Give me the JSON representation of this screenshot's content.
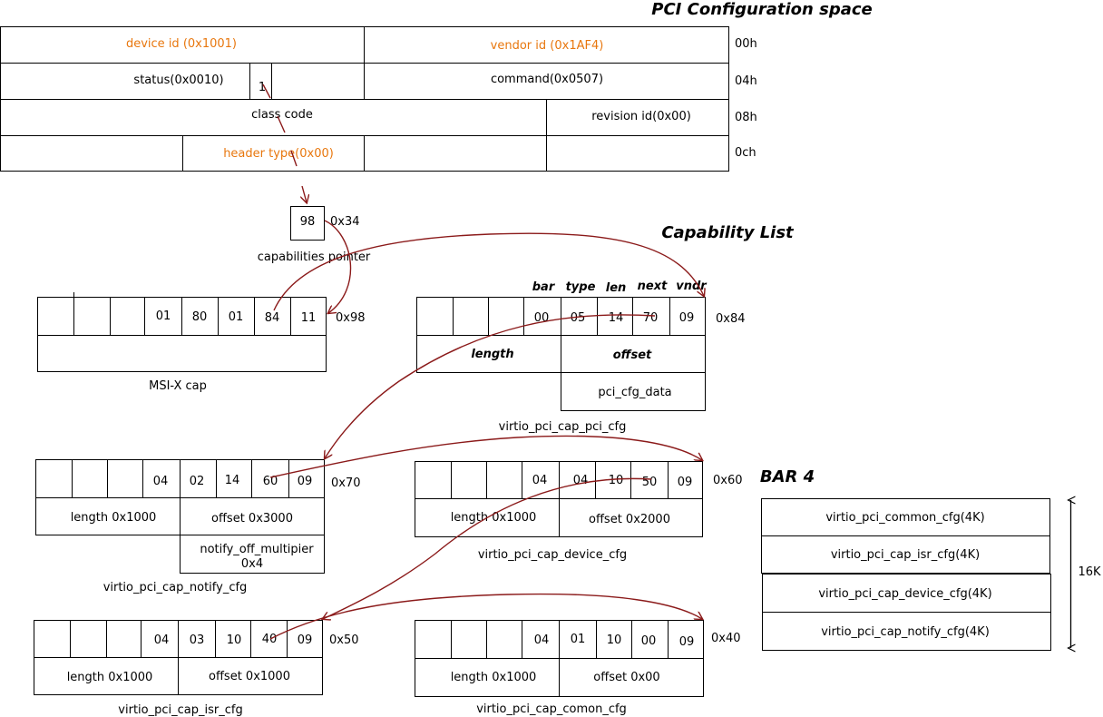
{
  "pci": {
    "title": "PCI Configuration space",
    "device_id": "device id (0x1001)",
    "vendor_id": "vendor id (0x1AF4)",
    "status": "status(0x0010)",
    "bit": "1",
    "command": "command(0x0507)",
    "class_code": "class code",
    "revision": "revision id(0x00)",
    "header_type": "header type(0x00)",
    "offsets": [
      "00h",
      "04h",
      "08h",
      "0ch"
    ]
  },
  "cap_pointer": {
    "value": "98",
    "offset": "0x34",
    "label": "capabilities pointer"
  },
  "cap_list_title": "Capability List",
  "msix": {
    "bytes": [
      "01",
      "80",
      "01",
      "84",
      "11"
    ],
    "offset": "0x98",
    "label": "MSI-X cap"
  },
  "pci_cfg": {
    "headers": [
      "bar",
      "type",
      "len",
      "next",
      "vndr"
    ],
    "bytes": [
      "00",
      "05",
      "14",
      "70",
      "09"
    ],
    "offset": "0x84",
    "length": "length",
    "offset_field": "offset",
    "data": "pci_cfg_data",
    "label": "virtio_pci_cap_pci_cfg"
  },
  "notify_cfg": {
    "bytes": [
      "04",
      "02",
      "14",
      "60",
      "09"
    ],
    "offset": "0x70",
    "length": "length 0x1000",
    "offset_field": "offset 0x3000",
    "multiplier_1": "notify_off_multipier",
    "multiplier_2": "0x4",
    "label": "virtio_pci_cap_notify_cfg"
  },
  "device_cfg": {
    "bytes": [
      "04",
      "04",
      "10",
      "50",
      "09"
    ],
    "offset": "0x60",
    "length": "length 0x1000",
    "offset_field": "offset 0x2000",
    "label": "virtio_pci_cap_device_cfg"
  },
  "isr_cfg": {
    "bytes": [
      "04",
      "03",
      "10",
      "40",
      "09"
    ],
    "offset": "0x50",
    "length": "length 0x1000",
    "offset_field": "offset 0x1000",
    "label": "virtio_pci_cap_isr_cfg"
  },
  "common_cfg": {
    "bytes": [
      "04",
      "01",
      "10",
      "00",
      "09"
    ],
    "offset": "0x40",
    "length": "length 0x1000",
    "offset_field": "offset 0x00",
    "label": "virtio_pci_cap_comon_cfg"
  },
  "bar4": {
    "title": "BAR 4",
    "rows": [
      "virtio_pci_common_cfg(4K)",
      "virtio_pci_cap_isr_cfg(4K)",
      "virtio_pci_cap_device_cfg(4K)",
      "virtio_pci_cap_notify_cfg(4K)"
    ],
    "size": "16K"
  },
  "colors": {
    "arrow": "#8b1a1a",
    "highlight": "#e8770e"
  }
}
